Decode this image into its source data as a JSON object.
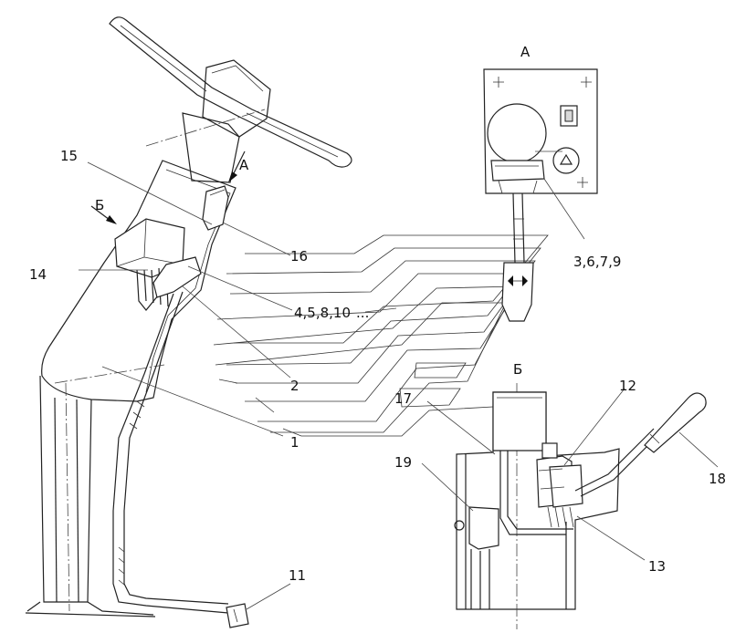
{
  "callouts": {
    "c1": "1",
    "c2": "2",
    "c3": "3,6,7,9",
    "c4": "4,5,8,10",
    "c4_suffix": "...",
    "c11": "11",
    "c12": "12",
    "c13": "13",
    "c14": "14",
    "c15": "15",
    "c16": "16",
    "c17": "17",
    "c18": "18",
    "c19": "19"
  },
  "views": {
    "view_a_arrow": "А",
    "view_b_arrow": "Б",
    "view_a_title": "А",
    "view_b_title": "Б"
  }
}
